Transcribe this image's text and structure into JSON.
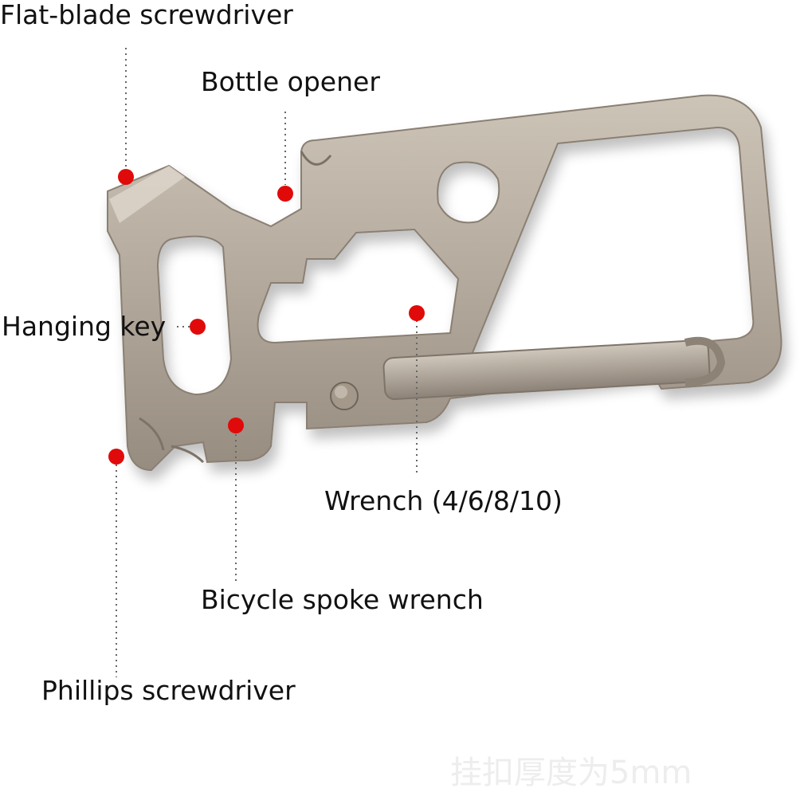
{
  "labels": {
    "flat_blade": "Flat-blade screwdriver",
    "bottle_opener": "Bottle opener",
    "hanging_key": "Hanging key",
    "wrench": "Wrench (4/6/8/10)",
    "spoke_wrench": "Bicycle spoke wrench",
    "phillips": "Phillips screwdriver"
  },
  "watermark": "挂扣厚度为5mm",
  "colors": {
    "marker": "#e10a0a",
    "metal": "#b4aa9e",
    "metal_dark": "#8c8276",
    "metal_light": "#d0c8bd",
    "text": "#111111",
    "leader": "#666666"
  }
}
